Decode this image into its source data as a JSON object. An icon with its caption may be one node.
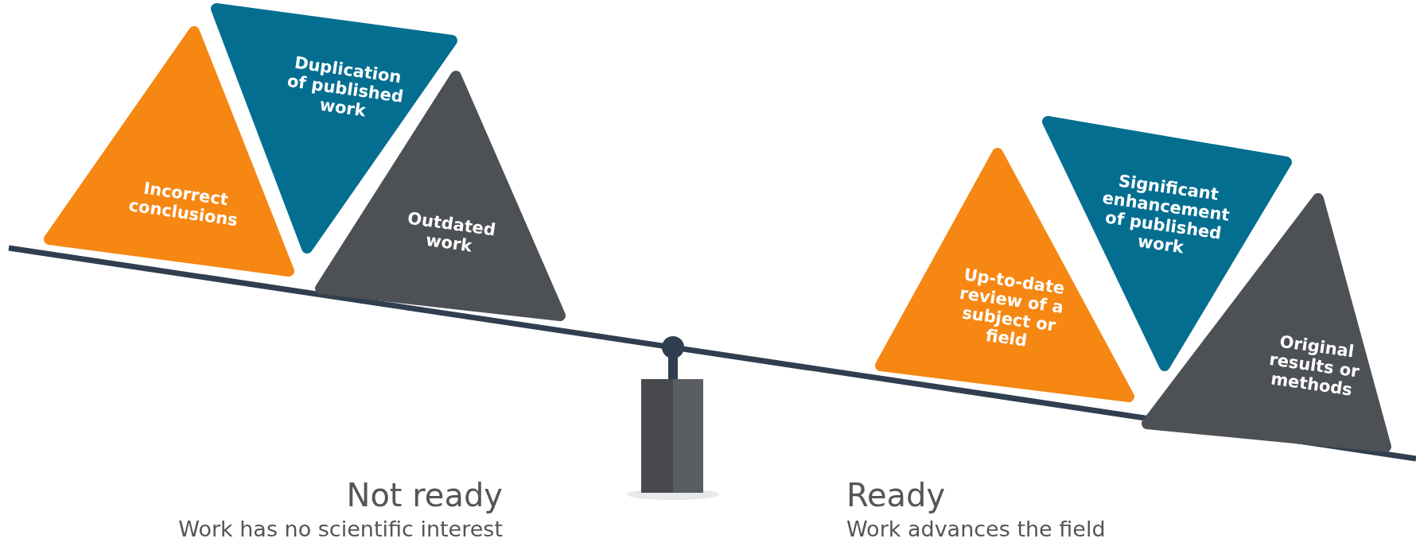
{
  "diagram": {
    "nodes": [
      {
        "text": [
          "Incorrect conclusions"
        ]
      },
      {
        "text": [
          "Duplication of published work"
        ]
      },
      {
        "text": [
          "Outdated work"
        ]
      },
      {
        "text": [
          "Up-to-date review of a subject or field"
        ]
      },
      {
        "text": [
          "Significant enhancement of published work"
        ]
      },
      {
        "text": [
          "Original results or methods"
        ]
      }
    ],
    "labels": [
      "Not ready",
      "Work has no scientific interest",
      "Ready",
      "Work advances the field"
    ]
  }
}
